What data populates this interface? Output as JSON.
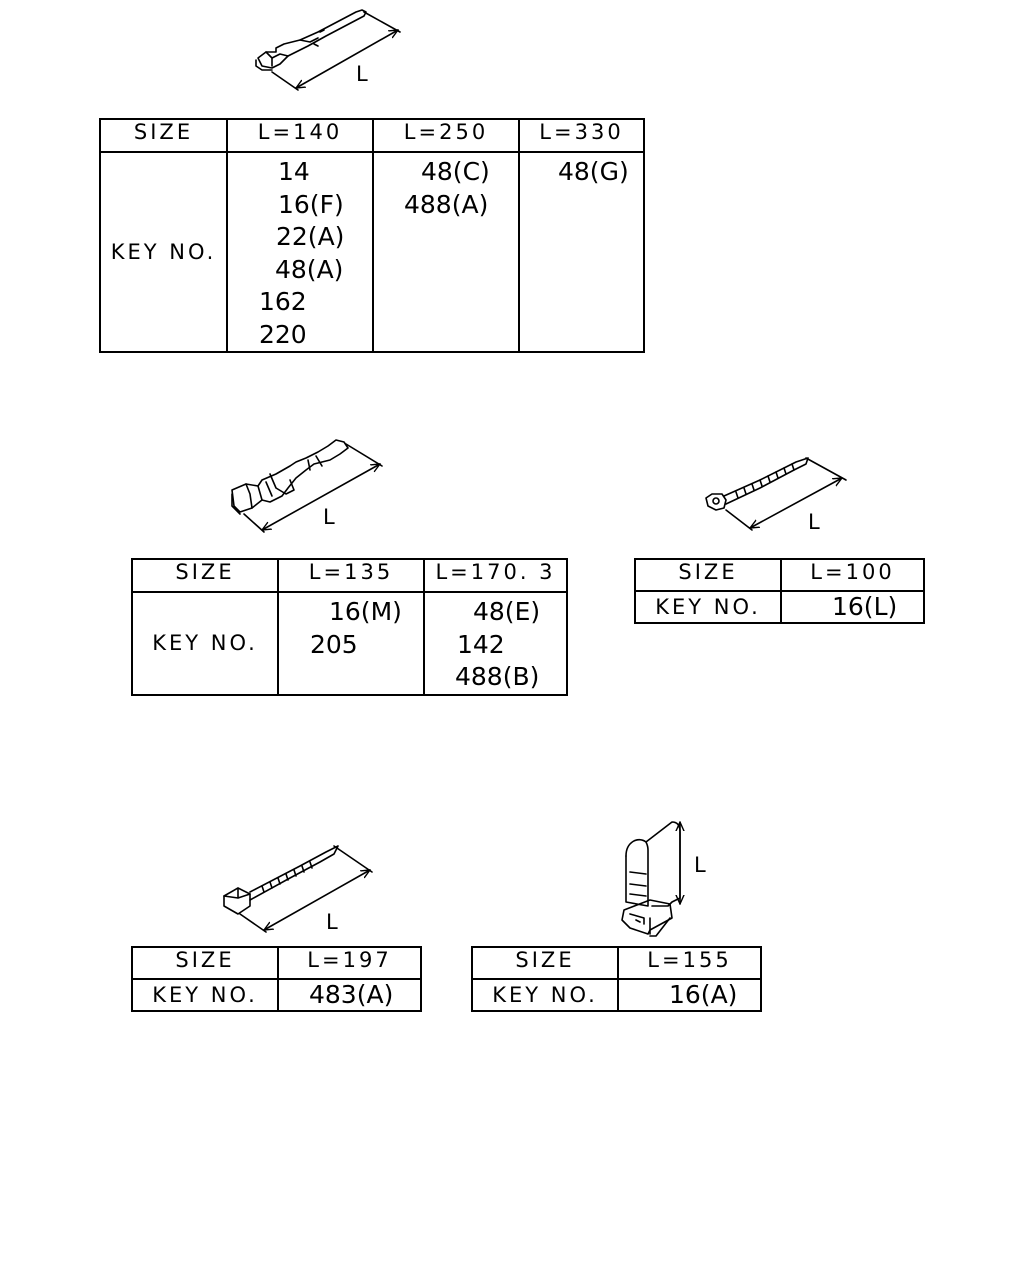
{
  "length_label": "L",
  "tables": [
    {
      "size_label": "SIZE",
      "key_label": "KEY NO.",
      "columns": [
        {
          "size": "L=140",
          "keys": [
            "14",
            "16(F)",
            "22(A)",
            "48(A)",
            "162",
            "220"
          ]
        },
        {
          "size": "L=250",
          "keys": [
            "48(C)",
            "488(A)"
          ]
        },
        {
          "size": "L=330",
          "keys": [
            "48(G)"
          ]
        }
      ]
    },
    {
      "size_label": "SIZE",
      "key_label": "KEY NO.",
      "columns": [
        {
          "size": "L=135",
          "keys": [
            "16(M)",
            "205"
          ]
        },
        {
          "size": "L=170. 3",
          "keys": [
            "48(E)",
            "142",
            "488(B)"
          ]
        }
      ]
    },
    {
      "size_label": "SIZE",
      "key_label": "KEY NO.",
      "columns": [
        {
          "size": "L=100",
          "keys": [
            "16(L)"
          ]
        }
      ]
    },
    {
      "size_label": "SIZE",
      "key_label": "KEY NO.",
      "columns": [
        {
          "size": "L=197",
          "keys": [
            "483(A)"
          ]
        }
      ]
    },
    {
      "size_label": "SIZE",
      "key_label": "KEY NO.",
      "columns": [
        {
          "size": "L=155",
          "keys": [
            "16(A)"
          ]
        }
      ]
    }
  ]
}
